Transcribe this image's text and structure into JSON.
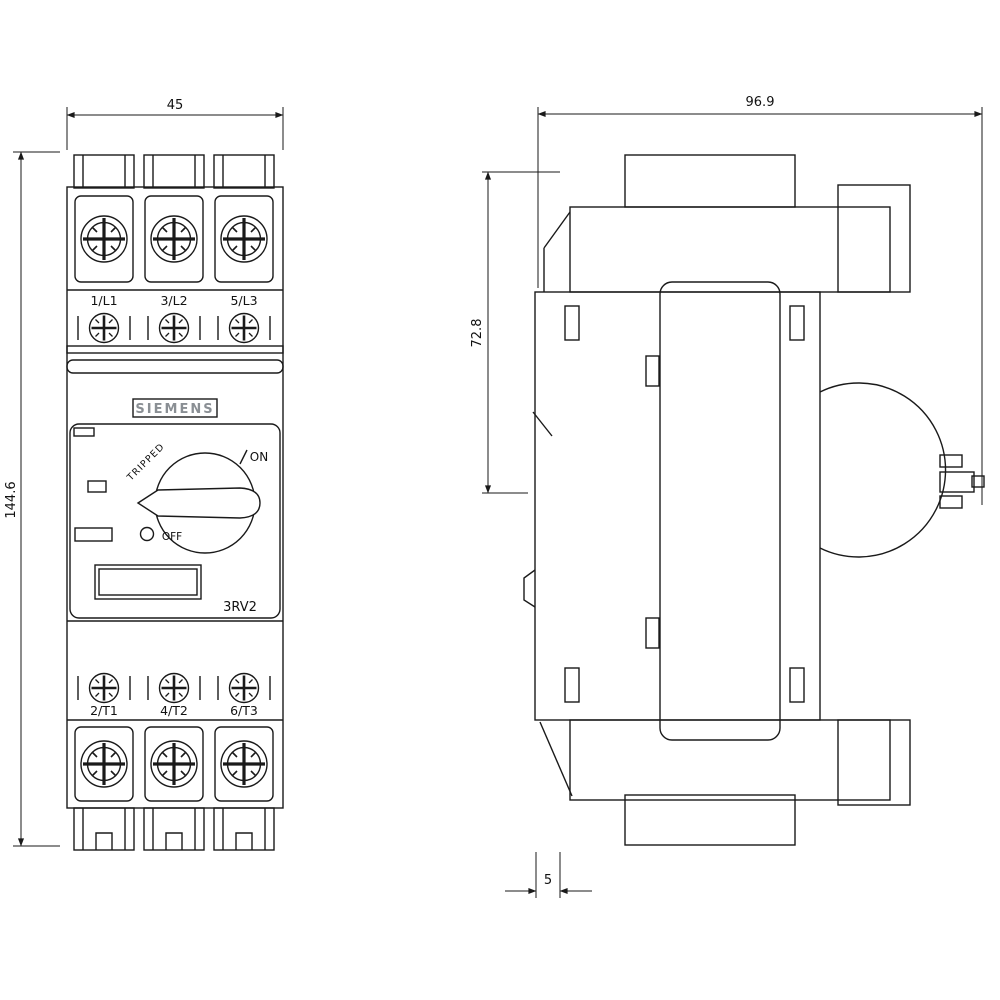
{
  "front_view": {
    "width_dim": "45",
    "height_dim": "144.6",
    "brand": "SIEMENS",
    "model": "3RV2",
    "terminals_top": [
      "1/L1",
      "3/L2",
      "5/L3"
    ],
    "terminals_bottom": [
      "2/T1",
      "4/T2",
      "6/T3"
    ],
    "switch": {
      "on": "ON",
      "off": "OFF",
      "tripped": "TRIPPED"
    }
  },
  "side_view": {
    "width_dim": "96.9",
    "height_dim": "72.8",
    "offset_dim": "5"
  },
  "colors": {
    "line": "#1a1a1a",
    "brand_text": "#8a8f94"
  }
}
